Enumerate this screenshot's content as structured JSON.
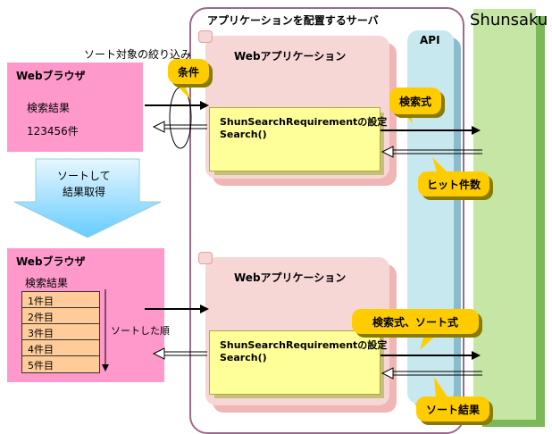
{
  "server": {
    "title": "アプリケーションを配置するサーバ"
  },
  "shunsaku": {
    "title": "Shunsaku"
  },
  "api": {
    "title": "API"
  },
  "top": {
    "sort_target_label": "ソート対象の絞り込み",
    "condition_label": "条件",
    "browser_title": "Webブラウザ",
    "result_label": "検索結果",
    "count_label": "123456件",
    "app_title": "Webアプリケーション",
    "req_line1": "ShunSearchRequirementの設定",
    "req_line2": "Search()",
    "query_callout": "検索式",
    "hits_callout": "ヒット件数"
  },
  "middle": {
    "sort_arrow_line1": "ソートして",
    "sort_arrow_line2": "結果取得"
  },
  "bottom": {
    "browser_title": "Webブラウザ",
    "result_label": "検索結果",
    "rows": [
      "1件目",
      "2件目",
      "3件目",
      "4件目",
      "5件目"
    ],
    "sorted_label": "ソートした順",
    "app_title": "Webアプリケーション",
    "req_line1": "ShunSearchRequirementの設定",
    "req_line2": "Search()",
    "query_callout": "検索式、ソート式",
    "result_callout": "ソート結果"
  }
}
